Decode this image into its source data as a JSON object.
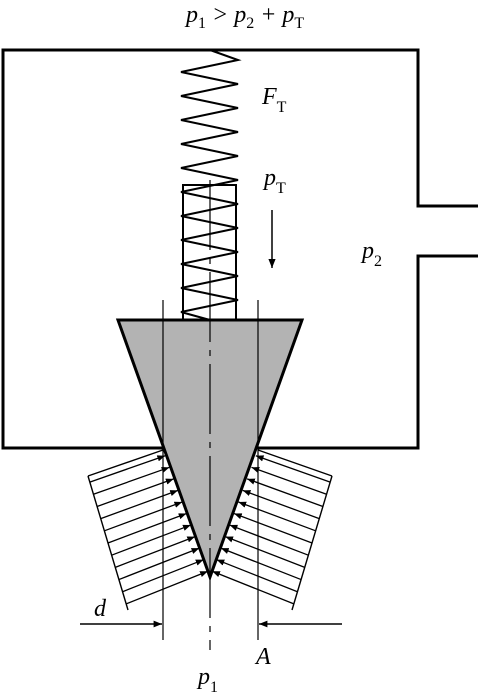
{
  "labels": {
    "condition": {
      "p": "p",
      "s1": "1",
      "gt": " > ",
      "p2": "p",
      "s2": "2",
      "plus": " + ",
      "pt": "p",
      "st": "T"
    },
    "spring_force": {
      "base": "F",
      "sub": "T"
    },
    "spring_pressure": {
      "base": "p",
      "sub": "T"
    },
    "chamber_pressure": {
      "base": "p",
      "sub": "2"
    },
    "inlet_pressure": {
      "base": "p",
      "sub": "1"
    },
    "seat_diameter": "d",
    "area": "A"
  },
  "colors": {
    "valve_fill": "#b3b3b3",
    "stroke": "#000000"
  }
}
